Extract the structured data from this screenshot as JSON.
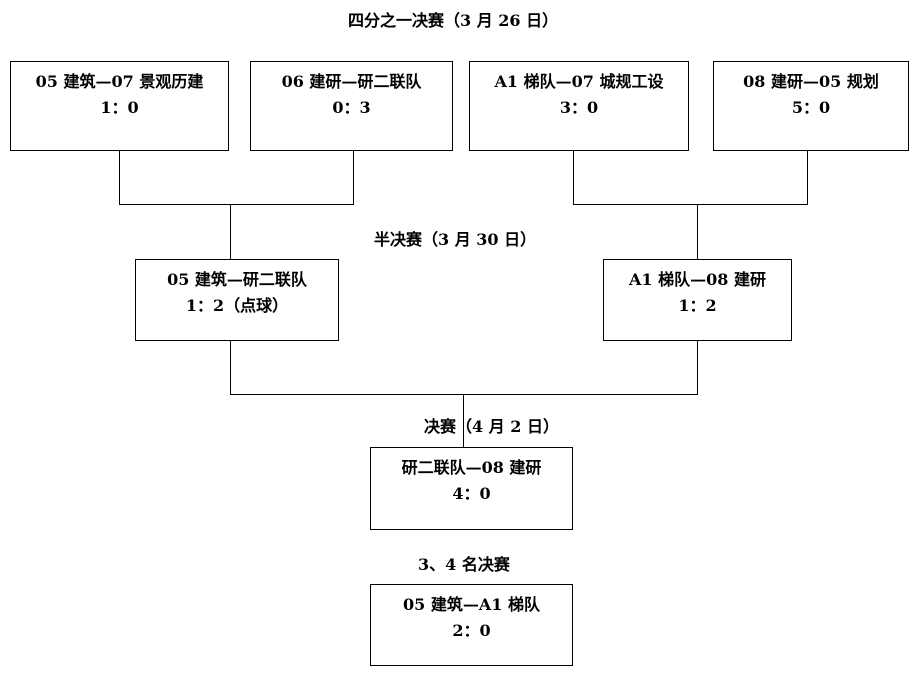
{
  "stages": {
    "quarterfinal": "四分之一决赛（3 月 26 日）",
    "semifinal": "半决赛（3 月 30 日）",
    "final": "决赛（4 月 2 日）",
    "third_place": "3、4 名决赛"
  },
  "matches": {
    "qf1": {
      "teams": "05 建筑—07 景观历建",
      "score": "1：0"
    },
    "qf2": {
      "teams": "06 建研—研二联队",
      "score": "0：3"
    },
    "qf3": {
      "teams": "A1 梯队—07 城规工设",
      "score": "3：0"
    },
    "qf4": {
      "teams": "08 建研—05 规划",
      "score": "5：0"
    },
    "sf1": {
      "teams": "05 建筑—研二联队",
      "score": "1：2（点球）"
    },
    "sf2": {
      "teams": "A1 梯队—08 建研",
      "score": "1：2"
    },
    "final": {
      "teams": "研二联队—08 建研",
      "score": "4：0"
    },
    "third": {
      "teams": "05 建筑—A1 梯队",
      "score": "2：0"
    }
  }
}
